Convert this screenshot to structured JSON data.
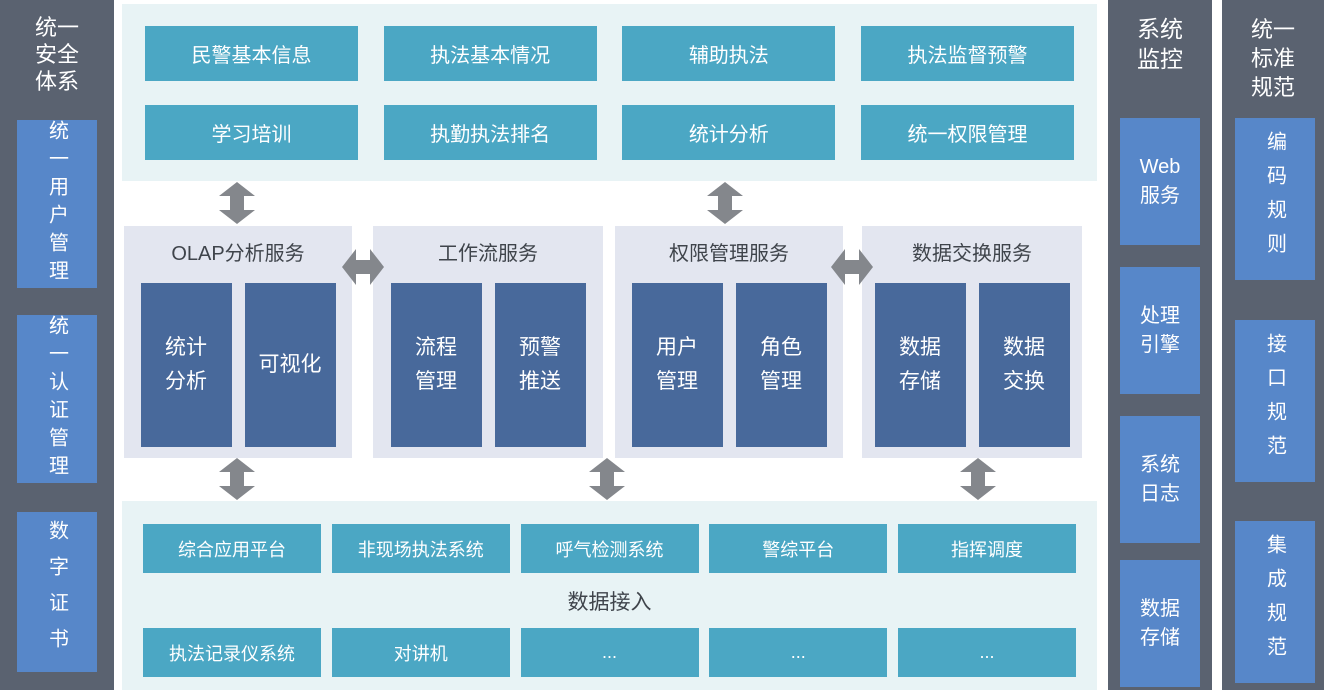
{
  "colors": {
    "teal_block": "#4BA7C4",
    "dark_blue_block": "#48699B",
    "side_panel_gray": "#5A6270",
    "side_block_blue": "#5787C9",
    "top_bottom_panel_bg": "#E8F3F5",
    "group_panel_bg": "#E3E6F0",
    "arrow_gray": "#84878C",
    "title_text": "#3F444B"
  },
  "left_sidebar": {
    "title": "统一\n安全\n体系",
    "items": [
      "统一用户管理",
      "统一认证管理",
      "数字证书"
    ]
  },
  "top_panel": {
    "rows": [
      [
        "民警基本信息",
        "执法基本情况",
        "辅助执法",
        "执法监督预警"
      ],
      [
        "学习培训",
        "执勤执法排名",
        "统计分析",
        "统一权限管理"
      ]
    ]
  },
  "service_groups": [
    {
      "title": "OLAP分析服务",
      "items": [
        "统计\n分析",
        "可视化"
      ]
    },
    {
      "title": "工作流服务",
      "items": [
        "流程\n管理",
        "预警\n推送"
      ]
    },
    {
      "title": "权限管理服务",
      "items": [
        "用户\n管理",
        "角色\n管理"
      ]
    },
    {
      "title": "数据交换服务",
      "items": [
        "数据\n存储",
        "数据\n交换"
      ]
    }
  ],
  "bottom_panel": {
    "row1": [
      "综合应用平台",
      "非现场执法系统",
      "呼气检测系统",
      "警综平台",
      "指挥调度"
    ],
    "label": "数据接入",
    "row2": [
      "执法记录仪系统",
      "对讲机",
      "...",
      "...",
      "..."
    ]
  },
  "monitor_panel": {
    "title": "系统\n监控",
    "items": [
      "Web\n服务",
      "处理\n引擎",
      "系统\n日志",
      "数据\n存储"
    ]
  },
  "standards_panel": {
    "title": "统一\n标准\n规范",
    "items": [
      "编码规则",
      "接口规范",
      "集成规范"
    ]
  }
}
